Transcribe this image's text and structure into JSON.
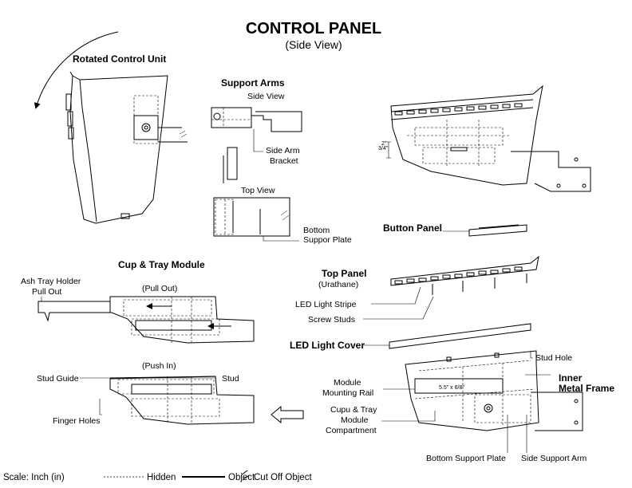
{
  "title": "CONTROL PANEL",
  "subtitle": "(Side View)",
  "labels": {
    "rotated_unit": "Rotated Control Unit",
    "support_arms": "Support Arms",
    "side_view": "Side View",
    "side_arm_bracket_1": "Side Arm",
    "side_arm_bracket_2": "Bracket",
    "top_view": "Top View",
    "bottom_plate_1": "Bottom",
    "bottom_plate_2": "Suppor Plate",
    "button_panel": "Button Panel",
    "cup_tray_module": "Cup & Tray Module",
    "ash_tray_1": "Ash Tray Holder",
    "ash_tray_2": "Pull Out",
    "pull_out": "(Pull Out)",
    "push_in": "(Push In)",
    "stud_guide": "Stud Guide",
    "stud": "Stud",
    "finger_holes": "Finger Holes",
    "top_panel": "Top Panel",
    "urathane": "(Urathane)",
    "led_stripe": "LED Light Stripe",
    "screw_studs": "Screw Studs",
    "led_cover": "LED Light Cover",
    "stud_hole": "Stud Hole",
    "inner_frame_1": "Inner",
    "inner_frame_2": "Metal Frame",
    "module_rail_1": "Module",
    "module_rail_2": "Mounting Rail",
    "dimension": "5.5\" x 6/8\"",
    "cupu_1": "Cupu & Tray",
    "cupu_2": "Module",
    "cupu_3": "Compartment",
    "bottom_support_plate": "Bottom Support Plate",
    "side_support_arm": "Side Support Arm",
    "tiny_dim_1": "2\"",
    "tiny_dim_2": "3/4\""
  },
  "legend": {
    "scale": "Scale: Inch (in)",
    "hidden": "Hidden",
    "object": "Object",
    "cutoff": "Cut Off Object"
  }
}
